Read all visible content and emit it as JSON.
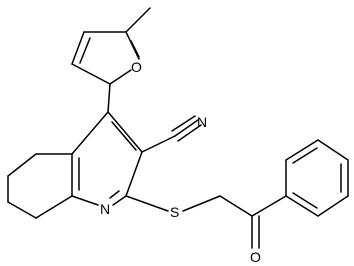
{
  "molecule": {
    "atoms": {
      "nitrogen_ring": "N",
      "nitrogen_nitrile": "N",
      "oxygen_furan": "O",
      "oxygen_carbonyl": "O",
      "sulfur": "S"
    }
  }
}
